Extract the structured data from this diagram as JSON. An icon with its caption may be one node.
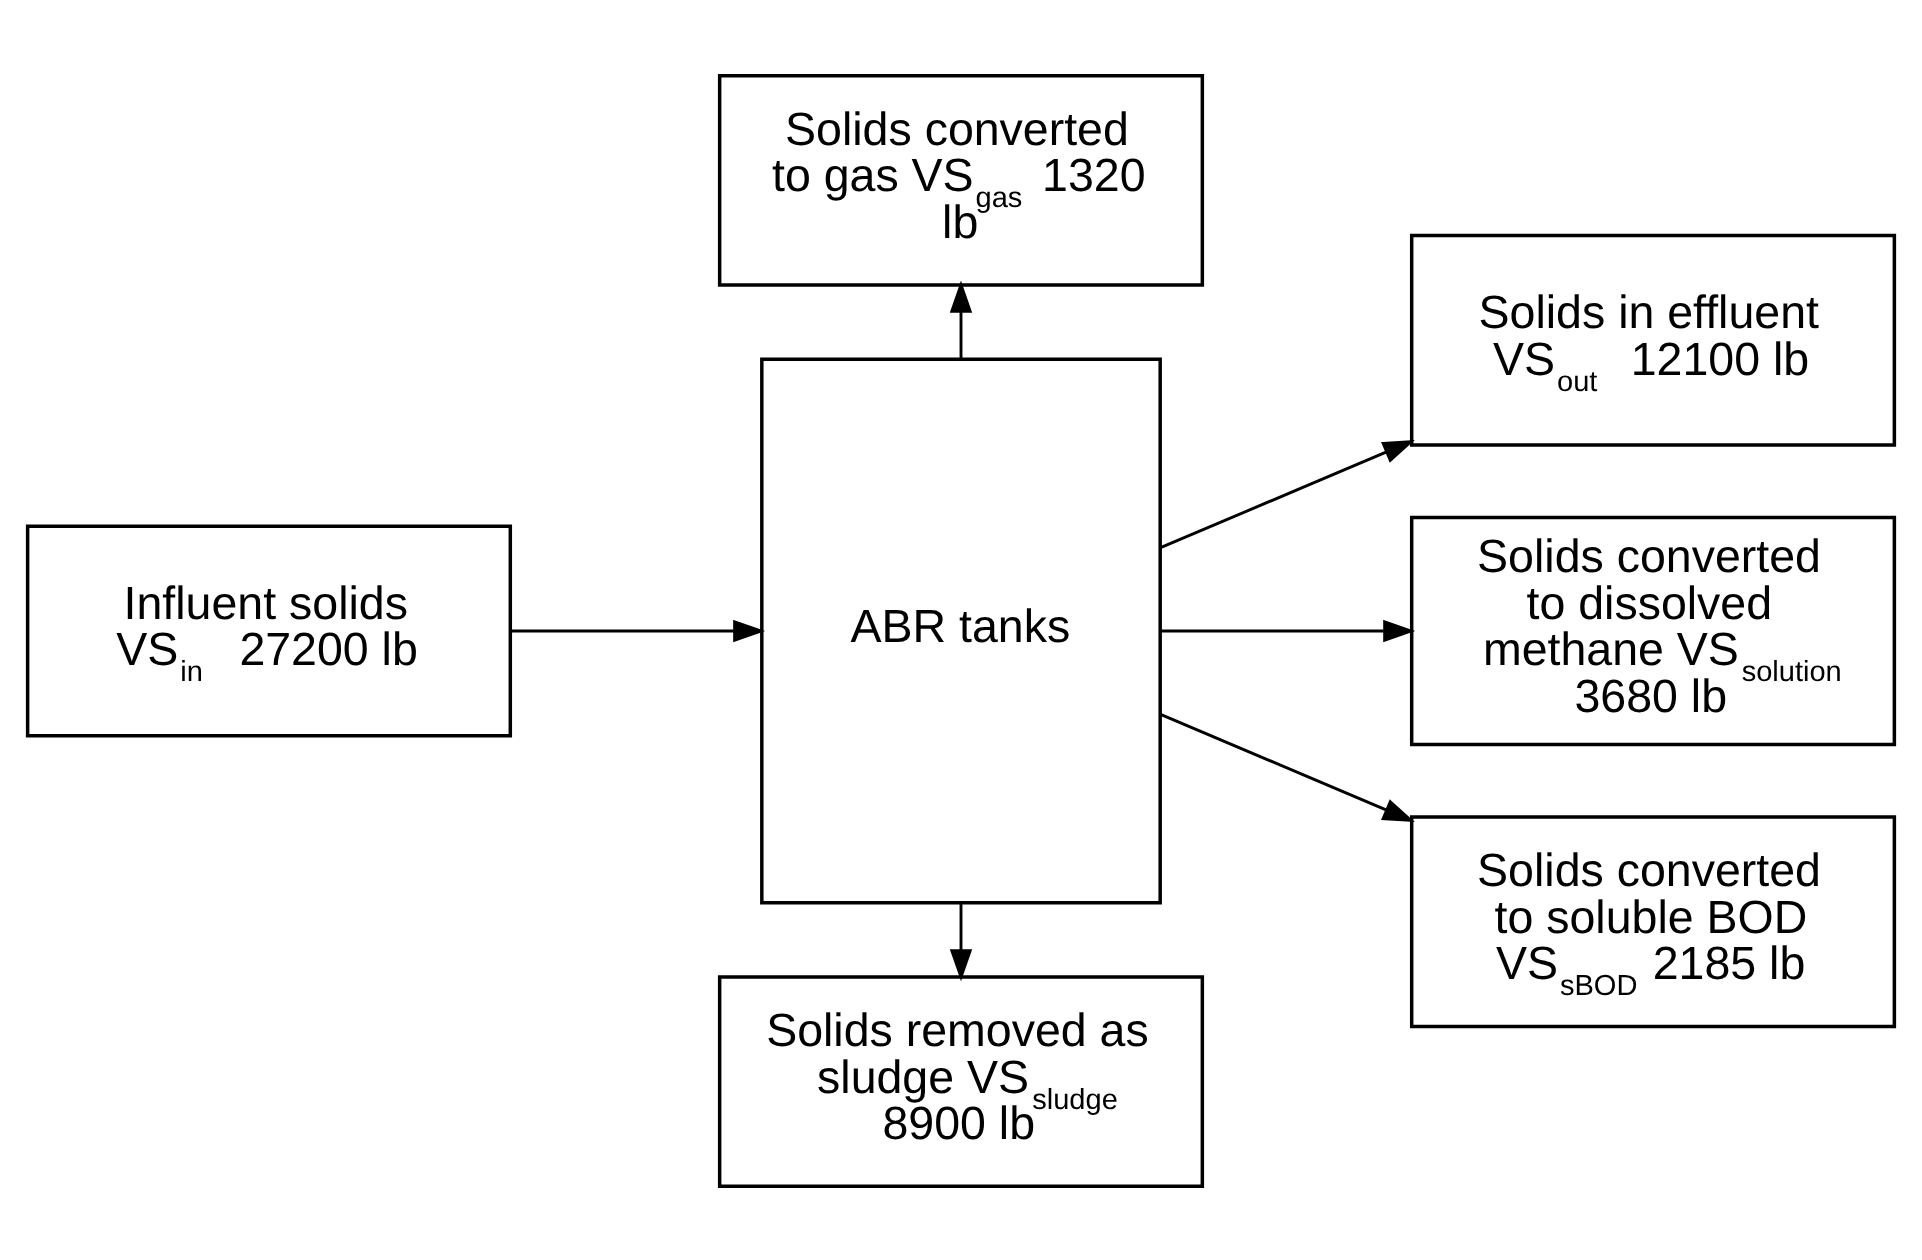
{
  "diagram": {
    "nodes": [
      {
        "text": [
          "Influent solids VS$_{in}$  27200 lb"
        ]
      },
      {
        "text": [
          "ABR tanks"
        ]
      },
      {
        "text": [
          "Solids converted to gas VS$_{gas}$ 1320 lb"
        ]
      },
      {
        "text": [
          "Solids in effluent VS$_{out}$  12100 lb"
        ]
      },
      {
        "text": [
          "Solids converted to dissolved methane VS$_{solution}$ 3680 lb"
        ]
      },
      {
        "text": [
          "Solids converted to soluble BOD VS$_{sBOD}$ 2185 lb"
        ]
      },
      {
        "text": [
          "Solids removed as sludge VS$_{sludge}$ 8900 lb"
        ]
      }
    ],
    "edges": [
      {
        "from": 0,
        "to": 1,
        "arrow": "to"
      },
      {
        "from": 1,
        "to": 2,
        "arrow": "to"
      },
      {
        "from": 1,
        "to": 3,
        "arrow": "to"
      },
      {
        "from": 1,
        "to": 4,
        "arrow": "to"
      },
      {
        "from": 1,
        "to": 5,
        "arrow": "to"
      },
      {
        "from": 1,
        "to": 6,
        "arrow": "to"
      }
    ]
  }
}
